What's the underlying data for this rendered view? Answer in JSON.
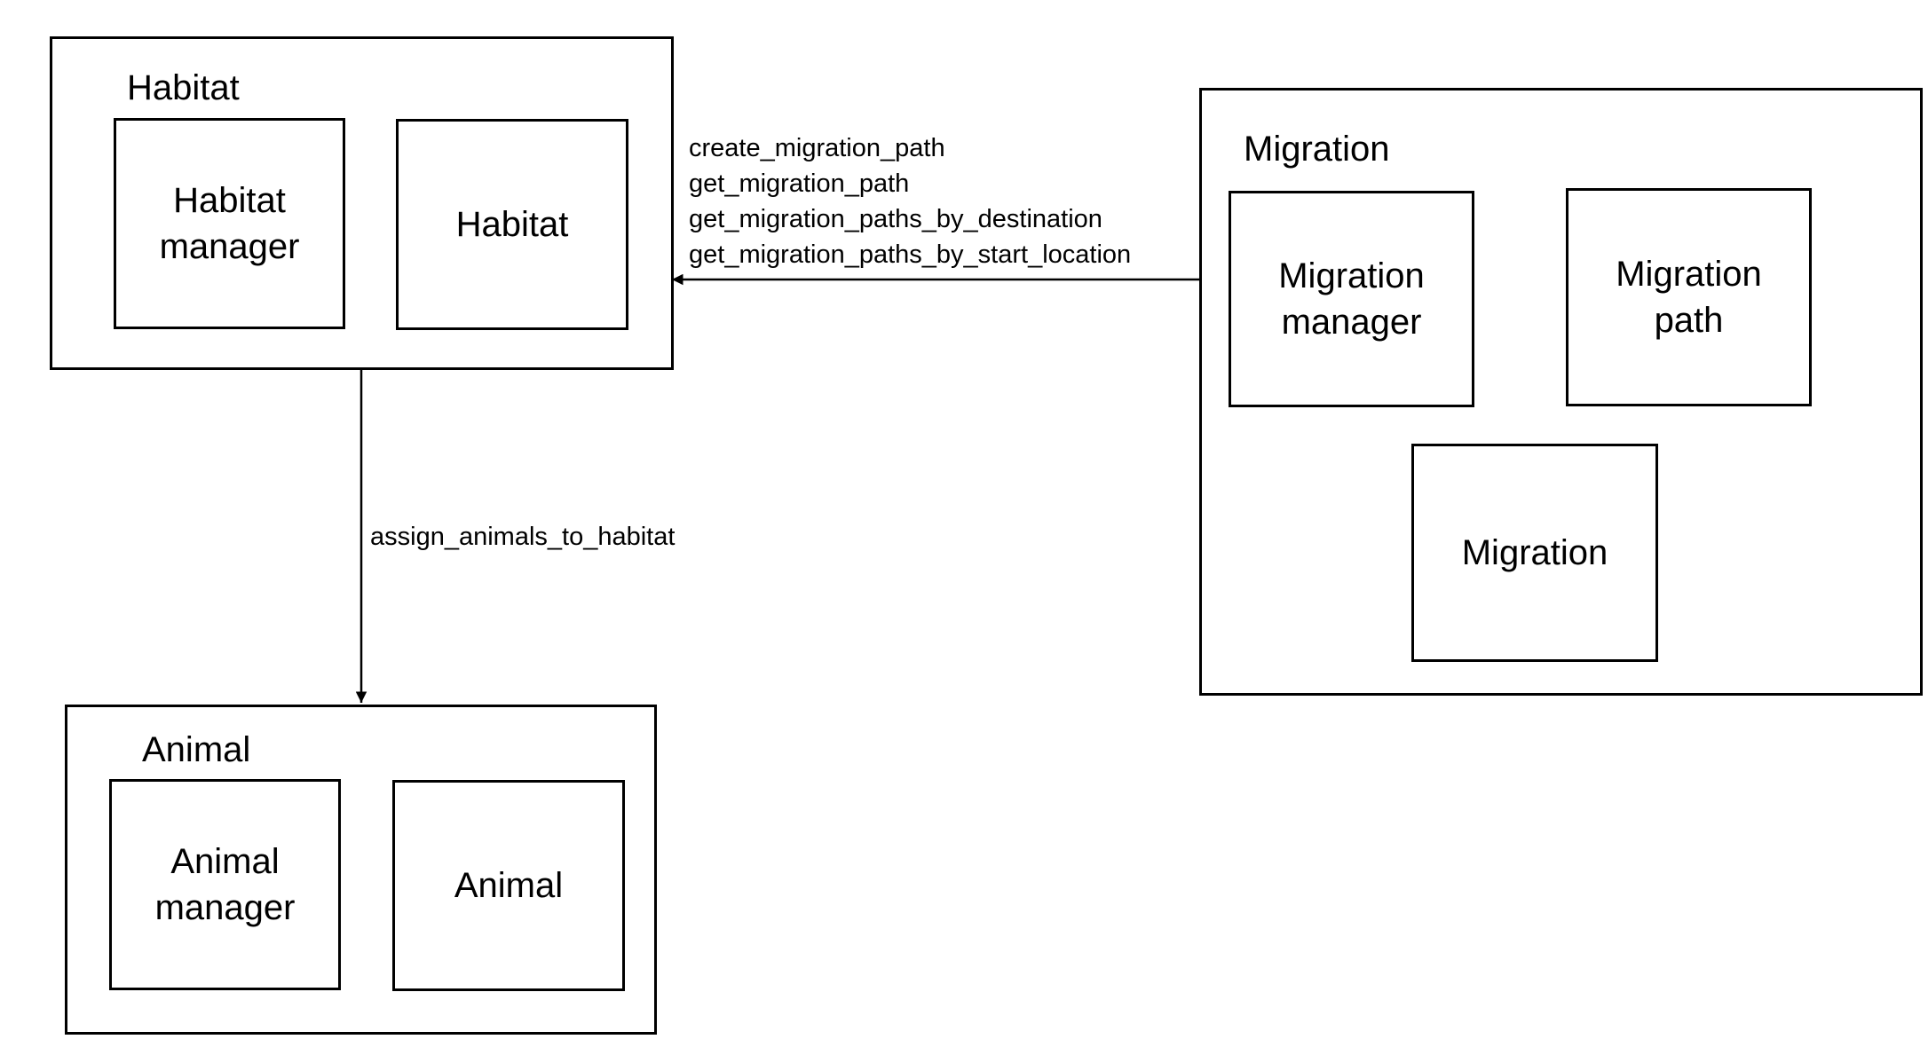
{
  "modules": {
    "habitat": {
      "title": "Habitat",
      "components": [
        "Habitat manager",
        "Habitat"
      ]
    },
    "migration": {
      "title": "Migration",
      "components": [
        "Migration manager",
        "Migration path",
        "Migration"
      ]
    },
    "animal": {
      "title": "Animal",
      "components": [
        "Animal manager",
        "Animal"
      ]
    }
  },
  "edges": {
    "migration_to_habitat": {
      "from": "Migration",
      "to": "Habitat",
      "labels": [
        "create_migration_path",
        "get_migration_path",
        "get_migration_paths_by_destination",
        "get_migration_paths_by_start_location"
      ]
    },
    "habitat_to_animal": {
      "from": "Habitat",
      "to": "Animal",
      "labels": [
        "assign_animals_to_habitat"
      ]
    }
  }
}
